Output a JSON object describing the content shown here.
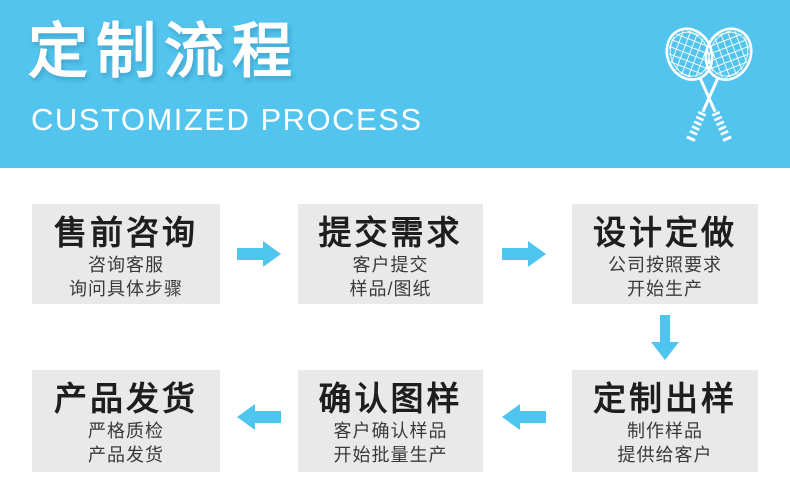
{
  "header": {
    "title": "定制流程",
    "subtitle": "CUSTOMIZED PROCESS",
    "icon": "badminton-rackets-icon"
  },
  "colors": {
    "header_bg": "#52c4ed",
    "arrow": "#4ec5ee",
    "box_bg": "#e9e9e9",
    "title_text": "#1e1e1e",
    "subtitle_text": "#3a3a3a",
    "header_text": "#ffffff"
  },
  "steps": [
    {
      "title": "售前咨询",
      "line1": "咨询客服",
      "line2": "询问具体步骤"
    },
    {
      "title": "提交需求",
      "line1": "客户提交",
      "line2": "样品/图纸"
    },
    {
      "title": "设计定做",
      "line1": "公司按照要求",
      "line2": "开始生产"
    },
    {
      "title": "定制出样",
      "line1": "制作样品",
      "line2": "提供给客户"
    },
    {
      "title": "确认图样",
      "line1": "客户确认样品",
      "line2": "开始批量生产"
    },
    {
      "title": "产品发货",
      "line1": "严格质检",
      "line2": "产品发货"
    }
  ]
}
